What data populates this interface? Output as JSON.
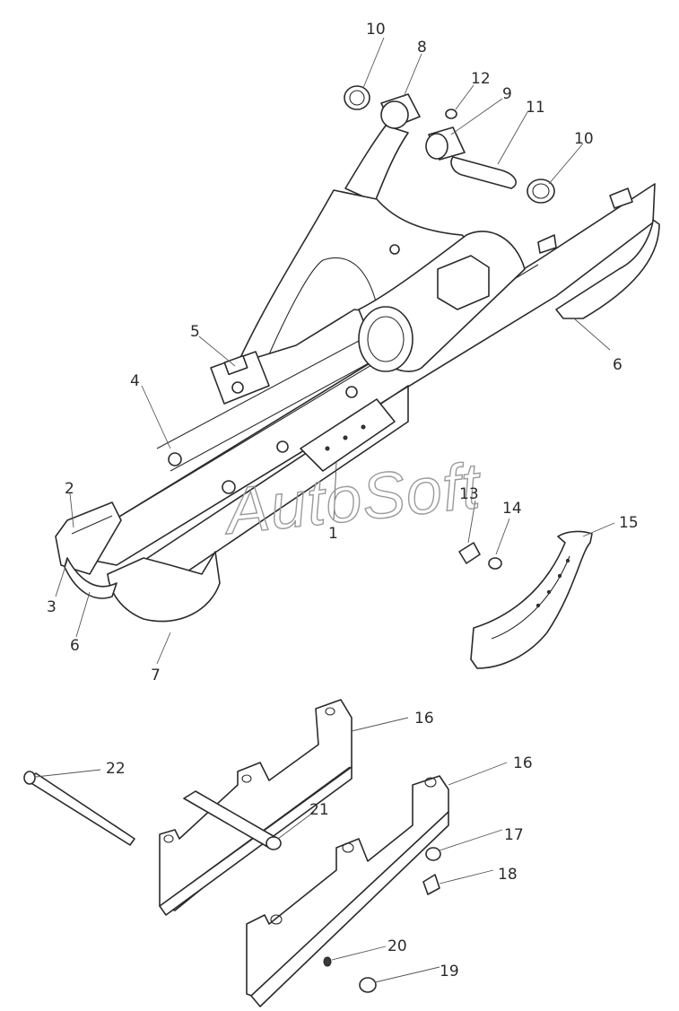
{
  "watermark": "AutoSoft",
  "callouts": {
    "c1": "1",
    "c2": "2",
    "c3": "3",
    "c4": "4",
    "c5": "5",
    "c6a": "6",
    "c6b": "6",
    "c7": "7",
    "c8": "8",
    "c9": "9",
    "c10a": "10",
    "c10b": "10",
    "c11": "11",
    "c12": "12",
    "c13": "13",
    "c14": "14",
    "c15": "15",
    "c16a": "16",
    "c16b": "16",
    "c17": "17",
    "c18": "18",
    "c19": "19",
    "c20": "20",
    "c21": "21",
    "c22": "22"
  }
}
